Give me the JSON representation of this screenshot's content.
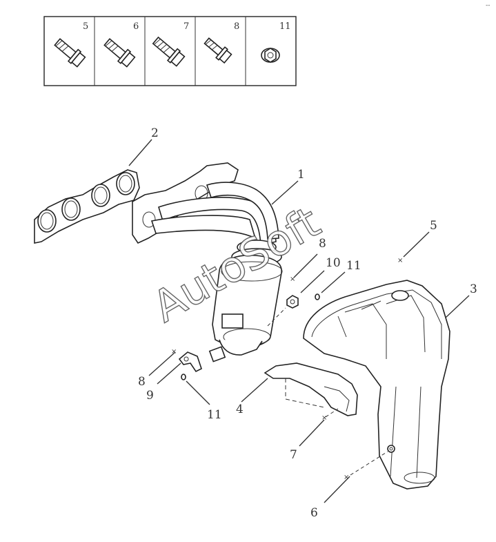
{
  "fastener_box": {
    "labels": [
      "5",
      "6",
      "7",
      "8",
      "11"
    ]
  },
  "callouts": {
    "c1": "1",
    "c2": "2",
    "c3": "3",
    "c4": "4",
    "c5": "5",
    "c6": "6",
    "c7": "7",
    "c8_upper": "8",
    "c8_lower": "8",
    "c9": "9",
    "c10": "10",
    "c11_upper": "11",
    "c11_lower": "11"
  },
  "watermark": "AutoSoft",
  "corner_mark": "--"
}
